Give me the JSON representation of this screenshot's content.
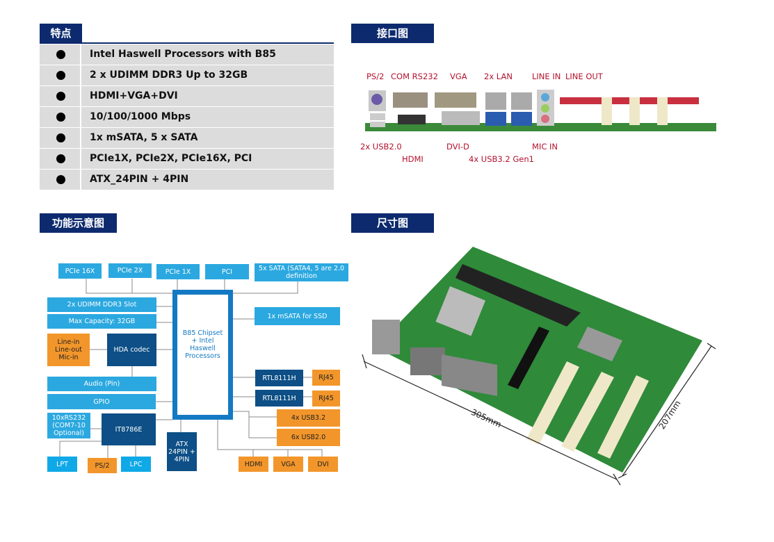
{
  "sections": {
    "features": "特点",
    "interfaces": "接口图",
    "block_diagram": "功能示意图",
    "dimensions": "尺寸图"
  },
  "features": [
    "Intel Haswell Processors with B85",
    "2 x UDIMM DDR3 Up to 32GB",
    "HDMI+VGA+DVI",
    "10/100/1000 Mbps",
    "1x mSATA, 5 x SATA",
    "PCIe1X, PCIe2X, PCIe16X, PCI",
    "ATX_24PIN + 4PIN"
  ],
  "io_labels": {
    "ps2": "PS/2",
    "com": "COM RS232",
    "vga": "VGA",
    "lan": "2x LAN",
    "line_in": "LINE IN",
    "line_out": "LINE OUT",
    "usb2": "2x USB2.0",
    "hdmi": "HDMI",
    "dvi": "DVI-D",
    "usb3": "4x USB3.2 Gen1",
    "mic": "MIC IN"
  },
  "diagram": {
    "pcie16": "PCIe 16X",
    "pcie2": "PCIe 2X",
    "pcie1": "PCIe 1X",
    "pci": "PCI",
    "sata": "5x SATA (SATA4, 5 are 2.0 definition",
    "ddr": "2x UDIMM DDR3 Slot",
    "maxcap": "Max Capacity: 32GB",
    "audio_io": "Line-in Line-out Mic-in",
    "hda": "HDA codec",
    "audio_pin": "Audio (Pin)",
    "gpio": "GPIO",
    "rs232": "10xRS232 (COM7-10 Optional)",
    "sio": "IT8786E",
    "lpt": "LPT",
    "ps2": "PS/2",
    "lpc": "LPC",
    "atx": "ATX 24PIN + 4PIN",
    "chipset": "B85 Chipset + Intel Haswell Processors",
    "msata": "1x mSATA for SSD",
    "rtl1": "RTL8111H",
    "rtl2": "RTL8111H",
    "rj45a": "RJ45",
    "rj45b": "RJ45",
    "usb3": "4x USB3.2",
    "usb2": "6x USB2.0",
    "hdmi": "HDMI",
    "vga": "VGA",
    "dvi": "DVI"
  },
  "dimensions": {
    "length": "305mm",
    "width": "207mm"
  },
  "colors": {
    "navy": "#0d2a6e",
    "light_blue": "#2ba8e0",
    "dark_blue": "#0d4f86",
    "orange": "#f2962b",
    "label_red": "#b3122e"
  }
}
